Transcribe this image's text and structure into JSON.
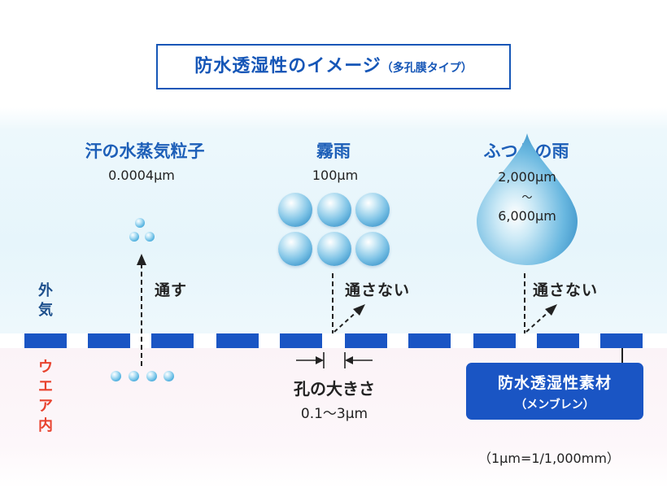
{
  "title": {
    "main": "防水透湿性のイメージ",
    "sub": "（多孔膜タイプ）"
  },
  "sides": {
    "outside": "外気",
    "inside": "ウエア内"
  },
  "columns": [
    {
      "name": "汗の水蒸気粒子",
      "size": "0.0004μm",
      "verb": "通す"
    },
    {
      "name": "霧雨",
      "size": "100μm",
      "verb": "通さない"
    },
    {
      "name": "ふつうの雨",
      "size_top": "2,000μm",
      "size_sep": "〜",
      "size_bottom": "6,000μm",
      "verb": "通さない"
    }
  ],
  "pore": {
    "label": "孔の大きさ",
    "size": "0.1〜3μm"
  },
  "membrane": {
    "main": "防水透湿性素材",
    "sub": "（メンブレン）"
  },
  "unit_note": "（1μm=1/1,000mm）",
  "colors": {
    "accent": "#1a55c4",
    "title": "#1556b7",
    "outside_label": "#1d4f8c",
    "inside_label": "#e8432f"
  }
}
